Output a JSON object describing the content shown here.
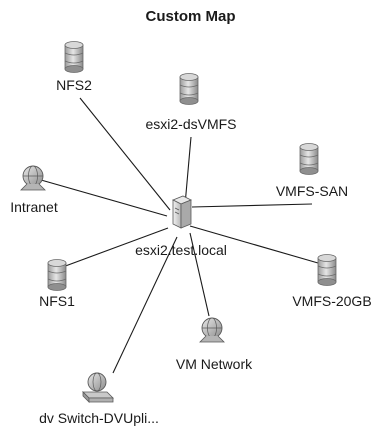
{
  "map": {
    "title": "Custom Map",
    "center": {
      "id": "host",
      "label": "esxi2.test.local",
      "icon": "server-icon"
    },
    "nodes": [
      {
        "id": "nfs2",
        "label": "NFS2",
        "icon": "datastore-icon"
      },
      {
        "id": "esxi2ds",
        "label": "esxi2-dsVMFS",
        "icon": "datastore-icon"
      },
      {
        "id": "vmfssan",
        "label": "VMFS-SAN",
        "icon": "datastore-icon"
      },
      {
        "id": "intranet",
        "label": "Intranet",
        "icon": "network-icon"
      },
      {
        "id": "vmfs20gb",
        "label": "VMFS-20GB",
        "icon": "datastore-icon"
      },
      {
        "id": "nfs1",
        "label": "NFS1",
        "icon": "datastore-icon"
      },
      {
        "id": "vmnetwork",
        "label": "VM Network",
        "icon": "network-icon"
      },
      {
        "id": "dvswitch",
        "label": "dv Switch-DVUpli...",
        "icon": "dvswitch-uplink-icon"
      }
    ]
  }
}
